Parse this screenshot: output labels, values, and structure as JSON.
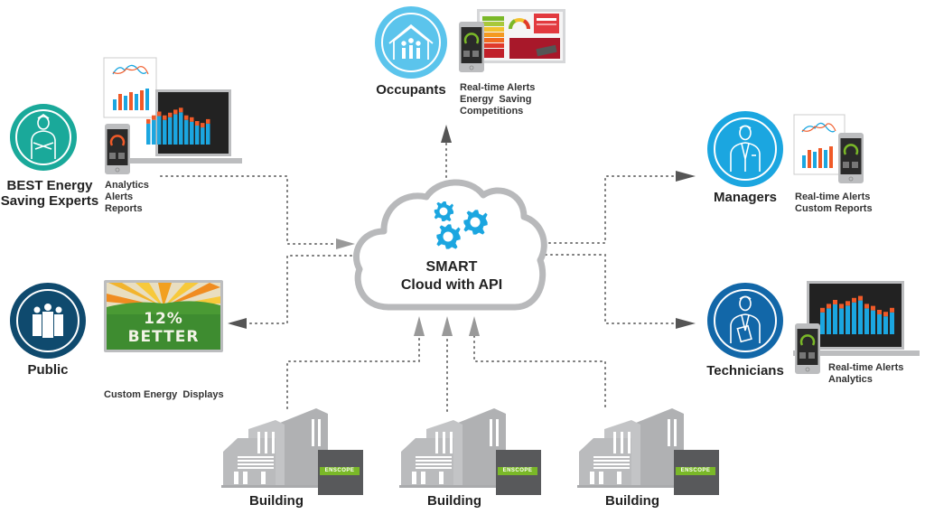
{
  "diagram": {
    "center": {
      "line1": "SMART",
      "line2": "Cloud with API",
      "icon": "gears-icon"
    },
    "roles": {
      "experts": {
        "label_line1": "BEST Energy",
        "label_line2": "Saving Experts",
        "icon": "expert-person-icon",
        "color": "#1aa99a",
        "features": [
          "Analytics",
          "Alerts",
          "Reports"
        ]
      },
      "occupants": {
        "label": "Occupants",
        "icon": "house-people-icon",
        "color": "#5bc4ec",
        "features": [
          "Real-time Alerts",
          "Energy  Saving",
          "Competitions"
        ]
      },
      "managers": {
        "label": "Managers",
        "icon": "businessman-icon",
        "color": "#1ba6e0",
        "features": [
          "Real-time Alerts",
          "Custom Reports"
        ]
      },
      "public": {
        "label": "Public",
        "icon": "family-icon",
        "color": "#0f4a6e",
        "features": [
          "Custom Energy  Displays"
        ],
        "display_text": "12% BETTER"
      },
      "technicians": {
        "label": "Technicians",
        "icon": "technician-clipboard-icon",
        "color": "#1267a8",
        "features": [
          "Real-time Alerts",
          "Analytics"
        ]
      }
    },
    "buildings": [
      {
        "label": "Building",
        "badge": "ENSCOPE"
      },
      {
        "label": "Building",
        "badge": "ENSCOPE"
      },
      {
        "label": "Building",
        "badge": "ENSCOPE"
      }
    ],
    "colors": {
      "bar_blue": "#1ba6e0",
      "bar_orange": "#f05a28",
      "gauge_green": "#7ab828",
      "connector": "#777777",
      "cloud_outline": "#b8b9bb",
      "gear_blue": "#1ba6e0",
      "building_gray": "#b0b1b3",
      "enscope_box": "#58595b"
    }
  }
}
